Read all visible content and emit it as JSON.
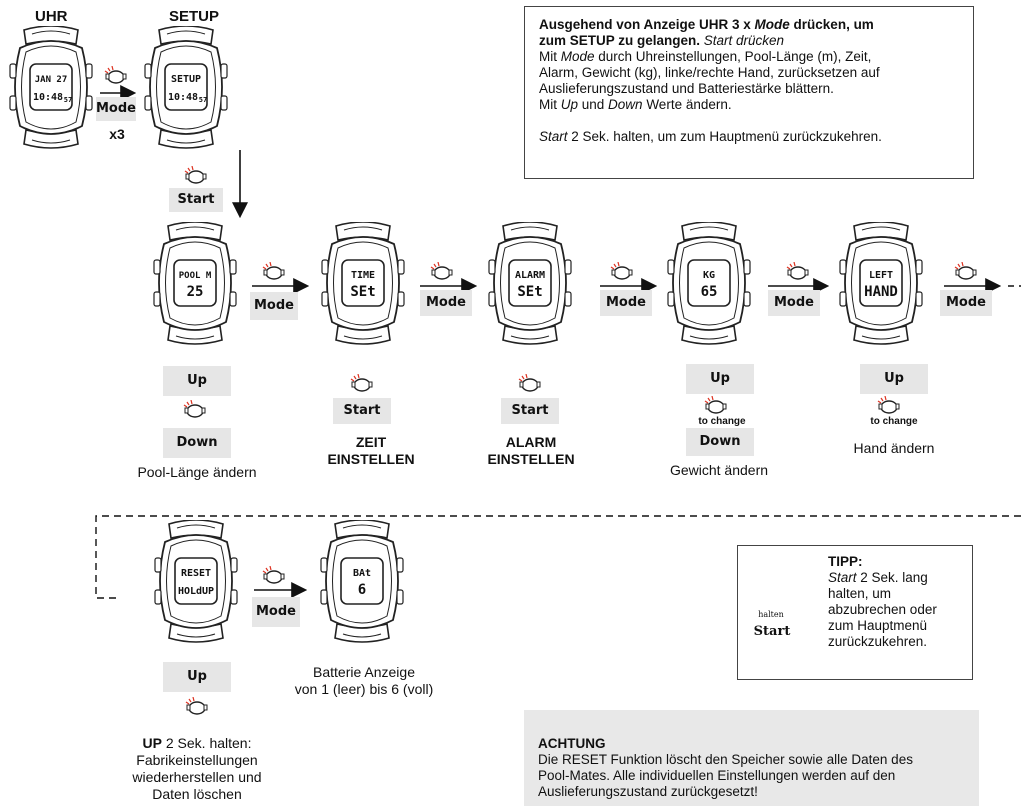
{
  "titles": {
    "uhr": "UHR",
    "setup": "SETUP"
  },
  "info_box": {
    "line1": "Ausgehend von Anzeige UHR 3 x ",
    "line1_italic": "Mode",
    "line1_end": " drücken, um",
    "line2": "zum SETUP zu gelangen.",
    "line2_italic": " Start drücken",
    "line3a": "Mit ",
    "line3_italic": "Mode",
    "line3b": " durch Uhreinstellungen, Pool-Länge (m), Zeit,",
    "line4": "Alarm, Gewicht (kg), linke/rechte Hand, zurücksetzen auf",
    "line5": "Auslieferungszustand und Batteriestärke blättern.",
    "line6a": "Mit ",
    "line6_up": "Up",
    "line6b": " und ",
    "line6_down": "Down",
    "line6c": " Werte ändern.",
    "line7_italic": "Start",
    "line7": " 2 Sek. halten, um zum Hauptmenü zurückzukehren."
  },
  "watches": [
    {
      "id": "uhr",
      "top": "JAN 27",
      "bottom": "10:48",
      "sub": "57"
    },
    {
      "id": "setup",
      "top": "SETUP",
      "bottom": "10:48",
      "sub": "57"
    },
    {
      "id": "pool",
      "top": "POOL M",
      "bottom": "25",
      "sub": ""
    },
    {
      "id": "time",
      "top": "TIME",
      "bottom": "SEt",
      "sub": ""
    },
    {
      "id": "alarm",
      "top": "ALARM",
      "bottom": "SEt",
      "sub": ""
    },
    {
      "id": "kg",
      "top": "KG",
      "bottom": "65",
      "sub": ""
    },
    {
      "id": "left",
      "top": "LEFT",
      "bottom": "HAND",
      "sub": ""
    },
    {
      "id": "reset",
      "top": "RESET",
      "bottom": "HOLdUP",
      "sub": ""
    },
    {
      "id": "bat",
      "top": "BAt",
      "bottom": "6",
      "sub": ""
    }
  ],
  "buttons": {
    "mode": "Mode",
    "x3": "x3",
    "start": "Start",
    "up": "Up",
    "down": "Down",
    "to_change": "to change",
    "halten": "halten"
  },
  "captions": {
    "pool": "Pool-Länge ändern",
    "zeit1": "ZEIT",
    "zeit2": "EINSTELLEN",
    "alarm1": "ALARM",
    "alarm2": "EINSTELLEN",
    "gewicht": "Gewicht ändern",
    "hand": "Hand ändern",
    "batt1": "Batterie Anzeige",
    "batt2": "von 1 (leer) bis 6 (voll)",
    "reset_bold": "UP",
    "reset1": " 2 Sek. halten:",
    "reset2": "Fabrikeinstellungen",
    "reset3": "wiederherstellen und",
    "reset4": "Daten löschen"
  },
  "tipp": {
    "title": "TIPP:",
    "italic": "Start",
    "l1": " 2 Sek. lang",
    "l2": "halten, um",
    "l3": "abzubrechen oder",
    "l4": "zum Hauptmenü",
    "l5": "zurückzukehren."
  },
  "achtung": {
    "title": "ACHTUNG",
    "l1": "Die RESET Funktion löscht den Speicher sowie alle Daten des",
    "l2": "Pool-Mates. Alle individuellen Einstellungen werden auf den",
    "l3": "Auslieferungszustand zurückgesetzt!"
  }
}
